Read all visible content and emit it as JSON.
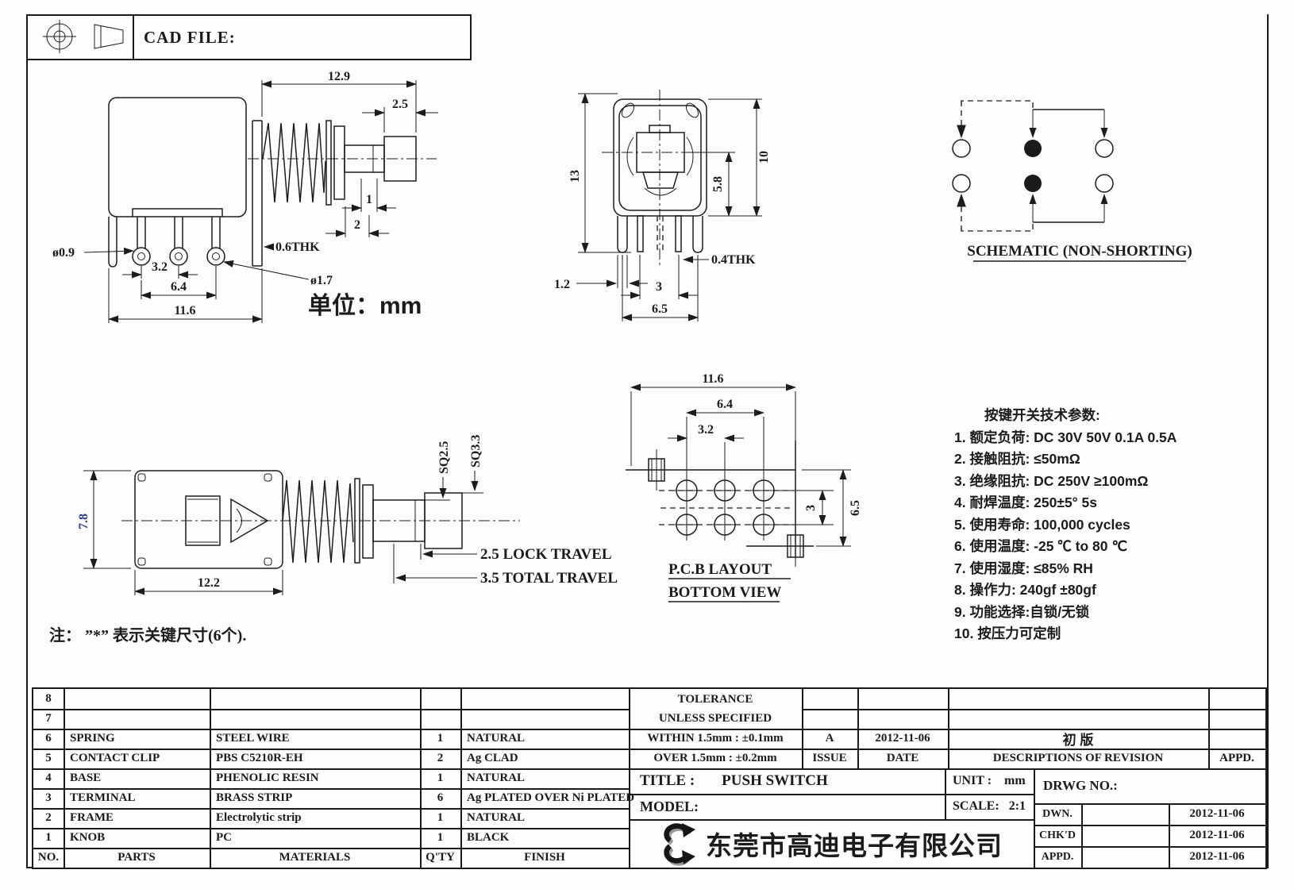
{
  "page": {
    "cad_file_label": "CAD FILE:",
    "unit_note": "单位：mm",
    "key_note": "注： ”*” 表示关键尺寸(6个)."
  },
  "side_view": {
    "dim_129": "12.9",
    "dim_25": "2.5",
    "dim_1": "1",
    "dim_2": "2",
    "dim_o09": "ø0.9",
    "dim_32": "3.2",
    "dim_64": "6.4",
    "dim_116": "11.6",
    "dim_06thk": "0.6THK",
    "dim_o17": "ø1.7"
  },
  "front_view": {
    "dim_13": "13",
    "dim_10": "10",
    "dim_58": "5.8",
    "dim_04thk": "0.4THK",
    "dim_12": "1.2",
    "dim_3": "3",
    "dim_65": "6.5"
  },
  "schematic": {
    "label": "SCHEMATIC (NON-SHORTING)"
  },
  "top_view": {
    "dim_78": "7.8",
    "dim_122": "12.2",
    "sq25": "SQ2.5",
    "sq33": "SQ3.3",
    "lock": "2.5 LOCK TRAVEL",
    "total": "3.5 TOTAL TRAVEL"
  },
  "pcb": {
    "dim_116": "11.6",
    "dim_64": "6.4",
    "dim_32": "3.2",
    "dim_3": "3",
    "dim_65": "6.5",
    "label1": "P.C.B LAYOUT",
    "label2": "BOTTOM VIEW"
  },
  "tech": {
    "title": "按键开关技术参数:",
    "items": [
      "1.  额定负荷: DC 30V 50V    0.1A  0.5A",
      "2.  接触阻抗: ≤50mΩ",
      "3.  绝缘阻抗: DC 250V  ≥100mΩ",
      "4.  耐焊温度: 250±5°   5s",
      "5.  使用寿命: 100,000 cycles",
      "6.  使用温度: -25 ℃  to 80 ℃",
      "7.  使用湿度: ≤85% RH",
      "8.  操作力: 240gf  ±80gf",
      "9.  功能选择:自锁/无锁",
      "10. 按压力可定制"
    ]
  },
  "table": {
    "headers": {
      "no": "NO.",
      "parts": "PARTS",
      "materials": "MATERIALS",
      "qty": "Q'TY",
      "finish": "FINISH"
    },
    "rows": [
      {
        "no": "8",
        "parts": "",
        "materials": "",
        "qty": "",
        "finish": ""
      },
      {
        "no": "7",
        "parts": "",
        "materials": "",
        "qty": "",
        "finish": ""
      },
      {
        "no": "6",
        "parts": "SPRING",
        "materials": "STEEL WIRE",
        "qty": "1",
        "finish": "NATURAL"
      },
      {
        "no": "5",
        "parts": "CONTACT CLIP",
        "materials": "PBS C5210R-EH",
        "qty": "2",
        "finish": "Ag CLAD"
      },
      {
        "no": "4",
        "parts": "BASE",
        "materials": "PHENOLIC RESIN",
        "qty": "1",
        "finish": "NATURAL"
      },
      {
        "no": "3",
        "parts": "TERMINAL",
        "materials": "BRASS STRIP",
        "qty": "6",
        "finish": "Ag PLATED OVER Ni PLATED"
      },
      {
        "no": "2",
        "parts": "FRAME",
        "materials": "Electrolytic strip",
        "qty": "1",
        "finish": "NATURAL"
      },
      {
        "no": "1",
        "parts": "KNOB",
        "materials": "PC",
        "qty": "1",
        "finish": "BLACK"
      }
    ],
    "tolerance": {
      "line1": "TOLERANCE",
      "line2": "UNLESS   SPECIFIED",
      "within": "WITHIN 1.5mm : ±0.1mm",
      "over": "OVER 1.5mm : ±0.2mm"
    },
    "revision": {
      "issue": "A",
      "date": "2012-11-06",
      "description": "初 版",
      "appd": "",
      "headers": {
        "issue": "ISSUE",
        "date": "DATE",
        "description": "DESCRIPTIONS OF REVISION",
        "appd": "APPD."
      }
    },
    "titleblock": {
      "title_label": "TITLE :",
      "title_value": "PUSH SWITCH",
      "model_label": "MODEL:",
      "unit_label": "UNIT :",
      "unit_value": "mm",
      "scale_label": "SCALE:",
      "scale_value": "2:1",
      "drwg_label": "DRWG NO.:",
      "company": "东莞市高迪电子有限公司",
      "sign_rows": [
        {
          "label": "DWN.",
          "date": "2012-11-06"
        },
        {
          "label": "CHK'D",
          "date": "2012-11-06"
        },
        {
          "label": "APPD.",
          "date": "2012-11-06"
        }
      ]
    }
  },
  "colors": {
    "line": "#1c1c1c",
    "dim_blue": "#2b3990"
  }
}
